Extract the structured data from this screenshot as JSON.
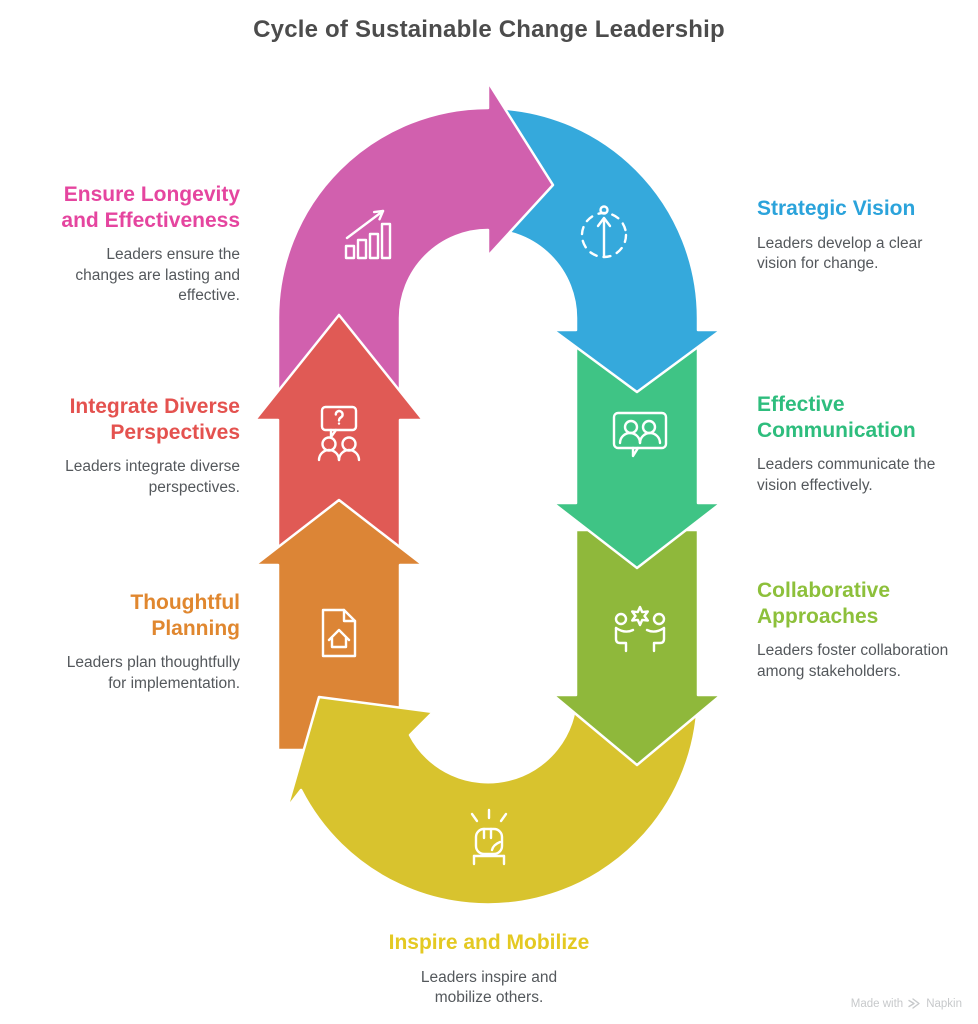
{
  "title": "Cycle of Sustainable Change Leadership",
  "steps": [
    {
      "id": "strategic-vision",
      "label": "Strategic Vision",
      "description": "Leaders develop a clear vision for change.",
      "color": "#35A9DC",
      "text_color": "#2BA3DB",
      "icon": "upward-arrow-person-target-icon"
    },
    {
      "id": "effective-communication",
      "label": "Effective Communication",
      "description": "Leaders communicate the vision effectively.",
      "color": "#3FC485",
      "text_color": "#2EBD7D",
      "icon": "speech-bubble-people-icon"
    },
    {
      "id": "collaborative-approaches",
      "label": "Collaborative Approaches",
      "description": "Leaders foster collaboration among stakeholders.",
      "color": "#8FB83B",
      "text_color": "#8DC03B",
      "icon": "people-collaboration-gear-icon"
    },
    {
      "id": "inspire-and-mobilize",
      "label": "Inspire and Mobilize",
      "description": "Leaders inspire and mobilize others.",
      "color": "#D8C32E",
      "text_color": "#E4C922",
      "icon": "raised-fist-icon"
    },
    {
      "id": "thoughtful-planning",
      "label": "Thoughtful Planning",
      "description": "Leaders plan thoughtfully for implementation.",
      "color": "#DC8536",
      "text_color": "#E0872F",
      "icon": "document-house-plan-icon"
    },
    {
      "id": "integrate-diverse-perspectives",
      "label": "Integrate Diverse Perspectives",
      "description": "Leaders integrate diverse perspectives.",
      "color": "#E05A55",
      "text_color": "#E4524F",
      "icon": "question-discussion-people-icon"
    },
    {
      "id": "ensure-longevity-and-effectiveness",
      "label": "Ensure Longevity and Effectiveness",
      "description": "Leaders ensure the changes are lasting and effective.",
      "color": "#D160AE",
      "text_color": "#E5459F",
      "icon": "growth-chart-arrow-icon"
    }
  ],
  "footer": {
    "made_with": "Made with",
    "brand": "Napkin",
    "icon": "napkin-logo-icon"
  }
}
